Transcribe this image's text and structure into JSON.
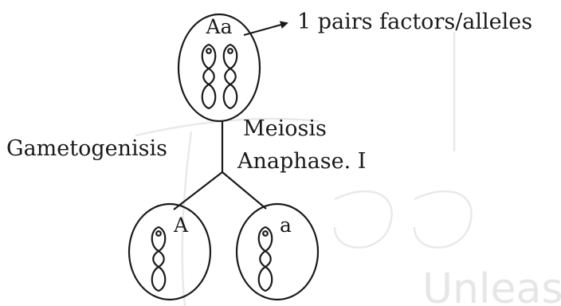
{
  "parent_cell": {
    "genotype": "Aa"
  },
  "annotation": {
    "text": "1 pairs factors/alleles"
  },
  "process_label": {
    "text": "Gametogenisis"
  },
  "stage_label": {
    "line1": "Meiosis",
    "line2": "Anaphase. I"
  },
  "gametes": [
    {
      "allele": "A"
    },
    {
      "allele": "a"
    }
  ],
  "watermark": {
    "text": "Unleash"
  },
  "colors": {
    "ink": "#1a1a1a",
    "watermark": "#e6e6e6",
    "background": "#ffffff"
  }
}
